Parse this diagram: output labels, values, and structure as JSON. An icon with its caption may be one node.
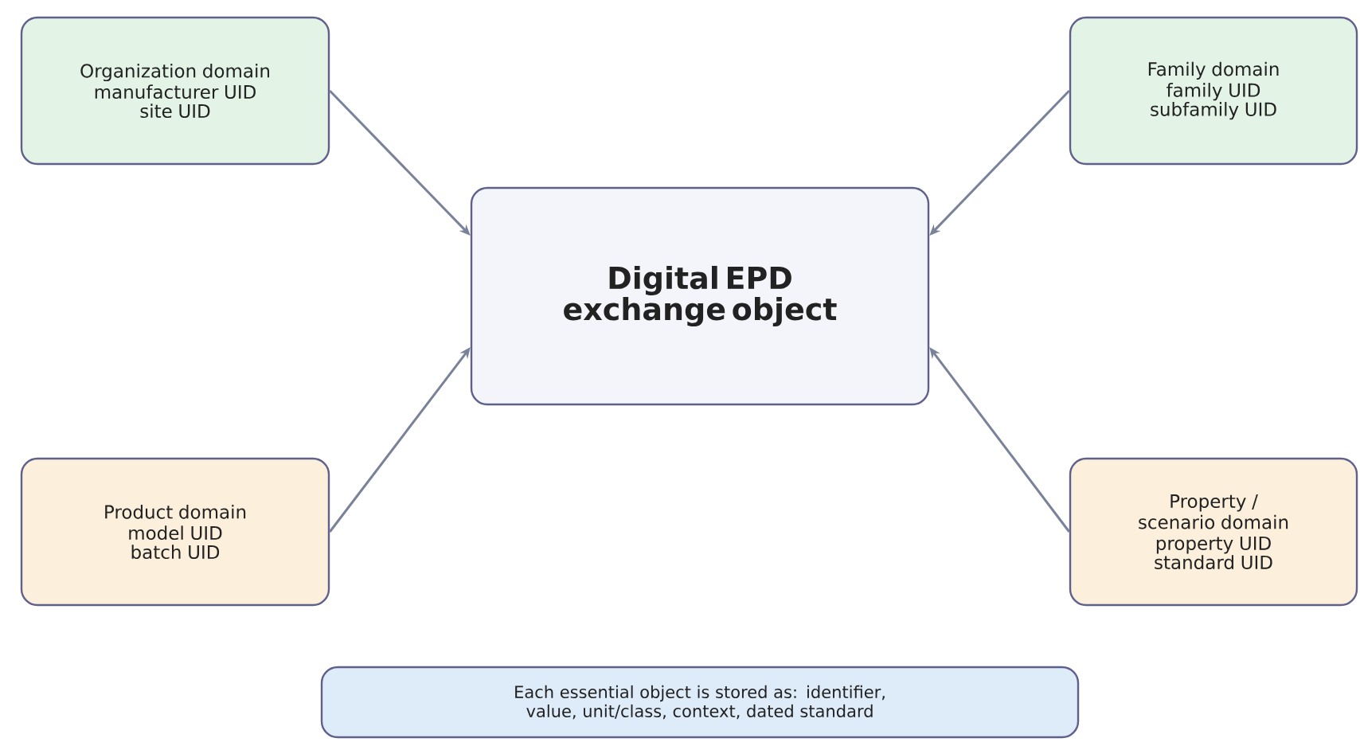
{
  "diagram": {
    "nodes": [
      {
        "text": [
          "Organization domain",
          "manufacturer UID",
          "site UID"
        ]
      },
      {
        "text": [
          "Family domain",
          "family UID",
          "subfamily UID"
        ]
      },
      {
        "text": [
          "Digital EPD exchange object"
        ]
      },
      {
        "text": [
          "Product domain",
          "model UID",
          "batch UID"
        ]
      },
      {
        "text": [
          "Property / scenario domain",
          "property UID",
          "standard UID"
        ]
      },
      {
        "text": [
          "Each essential object is stored as: identifier, value, unit/class, context, dated standard"
        ]
      }
    ],
    "edges": [
      {
        "from": 0,
        "to": 2,
        "arrow": "to"
      },
      {
        "from": 1,
        "to": 2,
        "arrow": "to"
      },
      {
        "from": 3,
        "to": 2,
        "arrow": "to"
      },
      {
        "from": 4,
        "to": 2,
        "arrow": "to"
      }
    ]
  }
}
